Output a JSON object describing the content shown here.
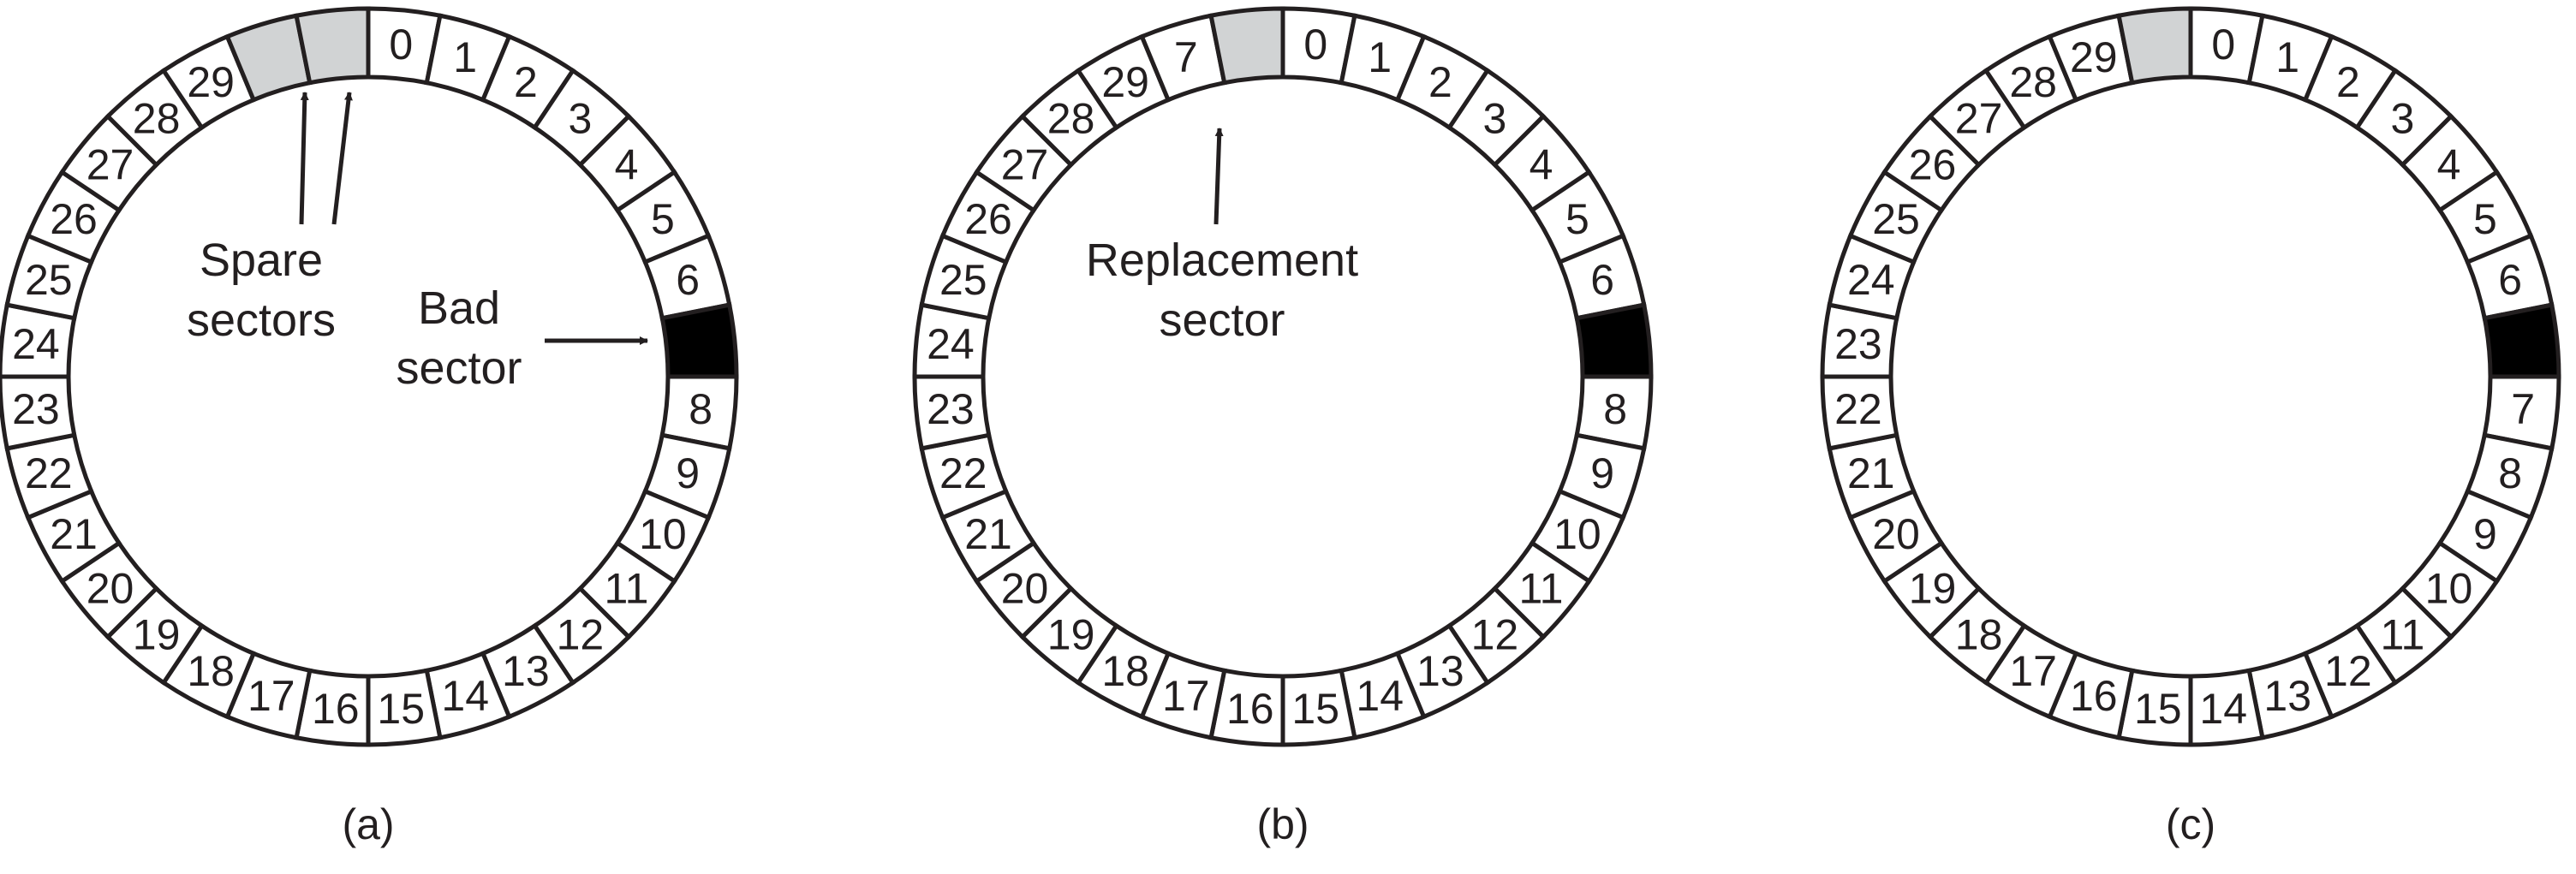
{
  "style": {
    "ink": "#231f20",
    "spare_fill": "#d1d3d4",
    "bad_fill": "#000000",
    "normal_fill": "#ffffff"
  },
  "panels": [
    {
      "id": "a",
      "caption": "(a)",
      "slots": [
        {
          "label": "0",
          "kind": "normal"
        },
        {
          "label": "1",
          "kind": "normal"
        },
        {
          "label": "2",
          "kind": "normal"
        },
        {
          "label": "3",
          "kind": "normal"
        },
        {
          "label": "4",
          "kind": "normal"
        },
        {
          "label": "5",
          "kind": "normal"
        },
        {
          "label": "6",
          "kind": "normal"
        },
        {
          "label": "",
          "kind": "bad"
        },
        {
          "label": "8",
          "kind": "normal"
        },
        {
          "label": "9",
          "kind": "normal"
        },
        {
          "label": "10",
          "kind": "normal"
        },
        {
          "label": "11",
          "kind": "normal"
        },
        {
          "label": "12",
          "kind": "normal"
        },
        {
          "label": "13",
          "kind": "normal"
        },
        {
          "label": "14",
          "kind": "normal"
        },
        {
          "label": "15",
          "kind": "normal"
        },
        {
          "label": "16",
          "kind": "normal"
        },
        {
          "label": "17",
          "kind": "normal"
        },
        {
          "label": "18",
          "kind": "normal"
        },
        {
          "label": "19",
          "kind": "normal"
        },
        {
          "label": "20",
          "kind": "normal"
        },
        {
          "label": "21",
          "kind": "normal"
        },
        {
          "label": "22",
          "kind": "normal"
        },
        {
          "label": "23",
          "kind": "normal"
        },
        {
          "label": "24",
          "kind": "normal"
        },
        {
          "label": "25",
          "kind": "normal"
        },
        {
          "label": "26",
          "kind": "normal"
        },
        {
          "label": "27",
          "kind": "normal"
        },
        {
          "label": "28",
          "kind": "normal"
        },
        {
          "label": "29",
          "kind": "normal"
        },
        {
          "label": "",
          "kind": "spare"
        },
        {
          "label": "",
          "kind": "spare"
        }
      ],
      "annotations": [
        "Spare",
        "sectors",
        "Bad",
        "sector"
      ]
    },
    {
      "id": "b",
      "caption": "(b)",
      "slots": [
        {
          "label": "0",
          "kind": "normal"
        },
        {
          "label": "1",
          "kind": "normal"
        },
        {
          "label": "2",
          "kind": "normal"
        },
        {
          "label": "3",
          "kind": "normal"
        },
        {
          "label": "4",
          "kind": "normal"
        },
        {
          "label": "5",
          "kind": "normal"
        },
        {
          "label": "6",
          "kind": "normal"
        },
        {
          "label": "",
          "kind": "bad"
        },
        {
          "label": "8",
          "kind": "normal"
        },
        {
          "label": "9",
          "kind": "normal"
        },
        {
          "label": "10",
          "kind": "normal"
        },
        {
          "label": "11",
          "kind": "normal"
        },
        {
          "label": "12",
          "kind": "normal"
        },
        {
          "label": "13",
          "kind": "normal"
        },
        {
          "label": "14",
          "kind": "normal"
        },
        {
          "label": "15",
          "kind": "normal"
        },
        {
          "label": "16",
          "kind": "normal"
        },
        {
          "label": "17",
          "kind": "normal"
        },
        {
          "label": "18",
          "kind": "normal"
        },
        {
          "label": "19",
          "kind": "normal"
        },
        {
          "label": "20",
          "kind": "normal"
        },
        {
          "label": "21",
          "kind": "normal"
        },
        {
          "label": "22",
          "kind": "normal"
        },
        {
          "label": "23",
          "kind": "normal"
        },
        {
          "label": "24",
          "kind": "normal"
        },
        {
          "label": "25",
          "kind": "normal"
        },
        {
          "label": "26",
          "kind": "normal"
        },
        {
          "label": "27",
          "kind": "normal"
        },
        {
          "label": "28",
          "kind": "normal"
        },
        {
          "label": "29",
          "kind": "normal"
        },
        {
          "label": "7",
          "kind": "normal"
        },
        {
          "label": "",
          "kind": "spare"
        }
      ],
      "annotations": [
        "Replacement",
        "sector"
      ]
    },
    {
      "id": "c",
      "caption": "(c)",
      "slots": [
        {
          "label": "0",
          "kind": "normal"
        },
        {
          "label": "1",
          "kind": "normal"
        },
        {
          "label": "2",
          "kind": "normal"
        },
        {
          "label": "3",
          "kind": "normal"
        },
        {
          "label": "4",
          "kind": "normal"
        },
        {
          "label": "5",
          "kind": "normal"
        },
        {
          "label": "6",
          "kind": "normal"
        },
        {
          "label": "",
          "kind": "bad"
        },
        {
          "label": "7",
          "kind": "normal"
        },
        {
          "label": "8",
          "kind": "normal"
        },
        {
          "label": "9",
          "kind": "normal"
        },
        {
          "label": "10",
          "kind": "normal"
        },
        {
          "label": "11",
          "kind": "normal"
        },
        {
          "label": "12",
          "kind": "normal"
        },
        {
          "label": "13",
          "kind": "normal"
        },
        {
          "label": "14",
          "kind": "normal"
        },
        {
          "label": "15",
          "kind": "normal"
        },
        {
          "label": "16",
          "kind": "normal"
        },
        {
          "label": "17",
          "kind": "normal"
        },
        {
          "label": "18",
          "kind": "normal"
        },
        {
          "label": "19",
          "kind": "normal"
        },
        {
          "label": "20",
          "kind": "normal"
        },
        {
          "label": "21",
          "kind": "normal"
        },
        {
          "label": "22",
          "kind": "normal"
        },
        {
          "label": "23",
          "kind": "normal"
        },
        {
          "label": "24",
          "kind": "normal"
        },
        {
          "label": "25",
          "kind": "normal"
        },
        {
          "label": "26",
          "kind": "normal"
        },
        {
          "label": "27",
          "kind": "normal"
        },
        {
          "label": "28",
          "kind": "normal"
        },
        {
          "label": "29",
          "kind": "normal"
        },
        {
          "label": "",
          "kind": "spare"
        }
      ],
      "annotations": []
    }
  ]
}
